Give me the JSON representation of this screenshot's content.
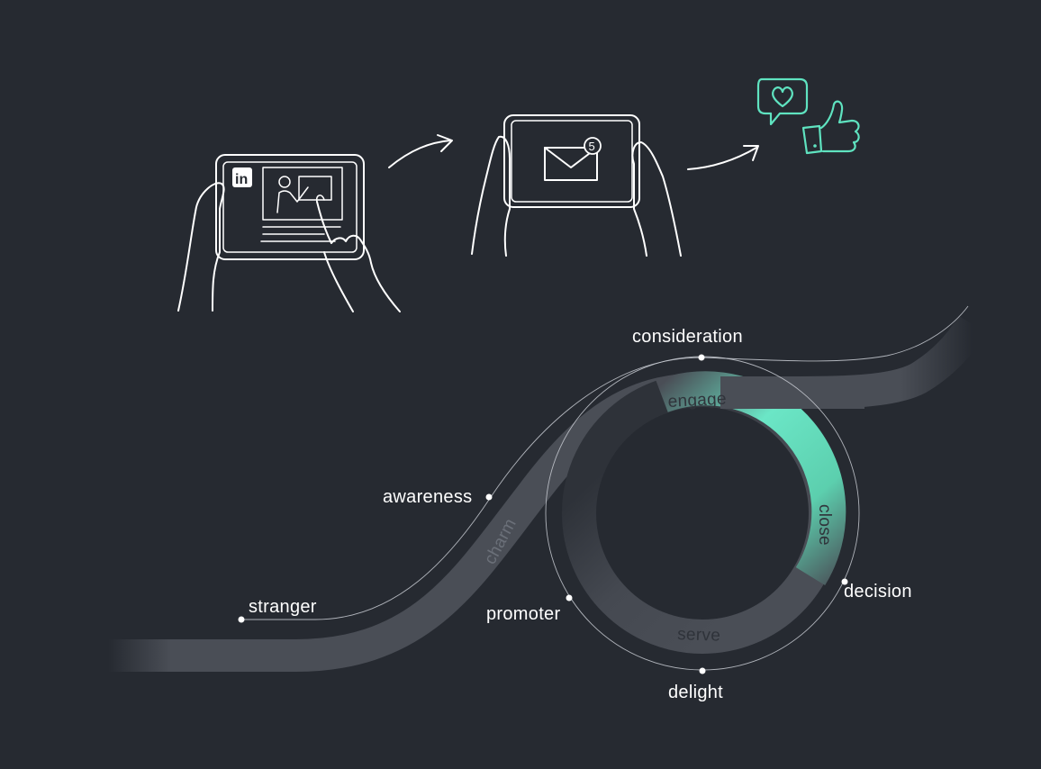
{
  "journey": {
    "stages": {
      "stranger": "stranger",
      "awareness": "awareness",
      "consideration": "consideration",
      "decision": "decision",
      "delight": "delight",
      "promoter": "promoter"
    },
    "phases": {
      "charm": "charm",
      "engage": "engage",
      "close": "close",
      "serve": "serve"
    }
  },
  "illustrations": {
    "tablet_app_badge": "in",
    "email_notification_count": "5"
  },
  "colors": {
    "background": "#262a31",
    "band": "#4a4e56",
    "accent": "#6be6c6",
    "sketch": "#ffffff",
    "phase_label": "#30343b"
  },
  "icons": [
    "linkedin-icon",
    "envelope-icon",
    "heart-speech-bubble-icon",
    "thumbs-up-icon",
    "arrow-icon"
  ]
}
